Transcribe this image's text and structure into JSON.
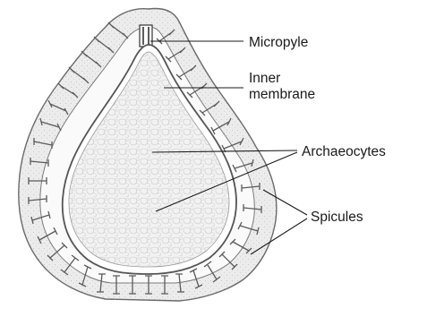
{
  "labels": {
    "micropyle": "Micropyle",
    "inner_membrane_line1": "Inner",
    "inner_membrane_line2": "membrane",
    "archaeocytes": "Archaeocytes",
    "spicules": "Spicules"
  }
}
